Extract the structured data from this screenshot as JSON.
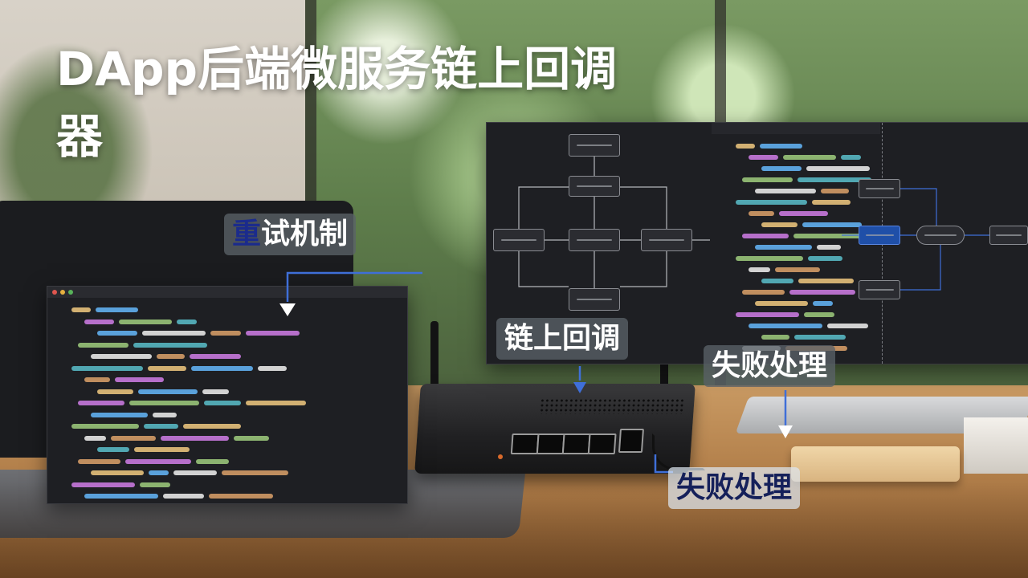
{
  "title": "DApp后端微服务链上回register",
  "labels": {
    "retry_accent": "重",
    "retry_rest": "试机制",
    "callback": "链上回调",
    "failure_top": "失败处理",
    "failure_bottom": "失败处理"
  },
  "colors": {
    "arrow_blue": "#3f6fd8",
    "highlight_node": "#1f4fa8",
    "desk": "#b27f4a"
  },
  "icons": [
    "router-device",
    "laptop",
    "code-editor",
    "flowchart"
  ]
}
